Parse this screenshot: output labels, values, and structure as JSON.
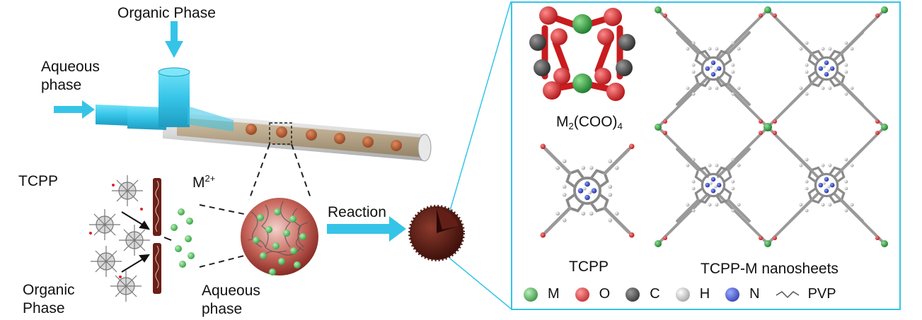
{
  "labels": {
    "organic_phase_top": "Organic Phase",
    "aqueous_phase_left": "Aqueous\nphase",
    "tcpp_left": "TCPP",
    "metal_ion_base": "M",
    "metal_ion_charge": "2+",
    "reaction": "Reaction",
    "organic_phase_bottom": "Organic\nPhase",
    "aqueous_phase_bottom": "Aqueous\nphase",
    "sbu_formula_m": "M",
    "sbu_formula_sub2": "2",
    "sbu_formula_coo": "(COO)",
    "sbu_formula_sub4": "4",
    "tcpp_right": "TCPP",
    "nanosheets": "TCPP-M nanosheets"
  },
  "legend": [
    {
      "symbol": "M",
      "color": "#2f9e3f",
      "icon": "green-sphere-icon"
    },
    {
      "symbol": "O",
      "color": "#d9252a",
      "icon": "red-sphere-icon"
    },
    {
      "symbol": "C",
      "color": "#3a3a3a",
      "icon": "dark-sphere-icon"
    },
    {
      "symbol": "H",
      "color": "#b9b9b9",
      "icon": "grey-sphere-icon"
    },
    {
      "symbol": "N",
      "color": "#2b3fc0",
      "icon": "blue-sphere-icon"
    },
    {
      "symbol": "PVP",
      "color": "#555555",
      "icon": "wavy-line-icon"
    }
  ],
  "colors": {
    "accent_cyan": "#35c4e8",
    "droplet": "#b5643a",
    "microsphere": "#5a1a14"
  }
}
